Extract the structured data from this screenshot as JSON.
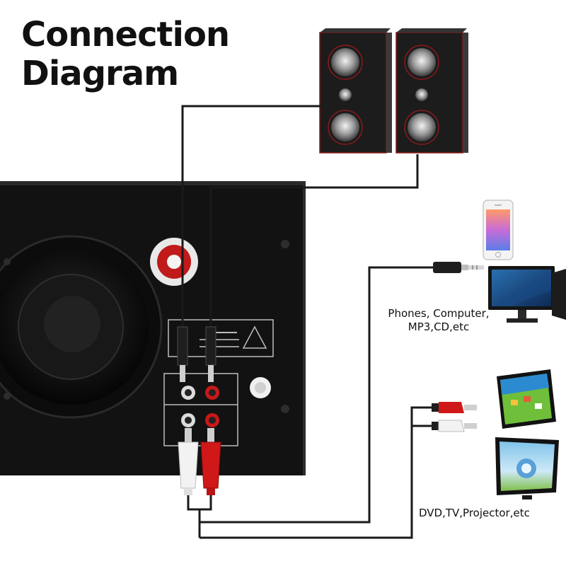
{
  "title": {
    "line1": "Connection",
    "line2": "Diagram"
  },
  "labels": {
    "devices_line1": "Phones, Computer,",
    "devices_line2": "MP3,CD,etc",
    "av_sources": "DVD,TV,Projector,etc"
  },
  "colors": {
    "cable": "#1a1a1a",
    "speaker_cabinet": "#1c1c1c",
    "speaker_trim": "#8a1a1a",
    "rca_red": "#d01818",
    "rca_white": "#f2f2f2",
    "panel": "#141414",
    "background": "#ffffff"
  },
  "icons": [
    "satellite-speaker-icon",
    "subwoofer-icon",
    "phone-icon",
    "monitor-icon",
    "tablet-icon",
    "tv-icon",
    "aux-plug-icon",
    "rca-plug-icon"
  ]
}
